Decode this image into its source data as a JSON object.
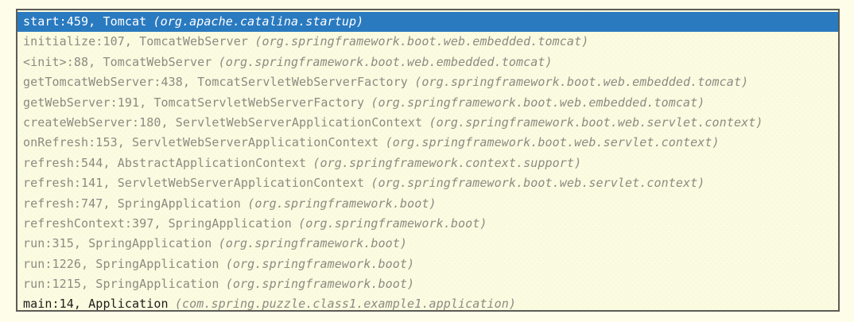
{
  "panel": {
    "name": "java-stack-trace-frames",
    "colors": {
      "outer_background": "#fdfde9",
      "content_background": "#fbfbe1",
      "border": "#5c5c58",
      "selection": "#2a7ac0",
      "selection_text": "#ffffff",
      "muted_text": "#8b8b82",
      "emphasis_text": "#1d1d1b"
    }
  },
  "frames": [
    {
      "location": "start:459, Tomcat",
      "package": "(org.apache.catalina.startup)",
      "state": "selected"
    },
    {
      "location": "initialize:107, TomcatWebServer",
      "package": "(org.springframework.boot.web.embedded.tomcat)",
      "state": "muted"
    },
    {
      "location": "<init>:88, TomcatWebServer",
      "package": "(org.springframework.boot.web.embedded.tomcat)",
      "state": "muted"
    },
    {
      "location": "getTomcatWebServer:438, TomcatServletWebServerFactory",
      "package": "(org.springframework.boot.web.embedded.tomcat)",
      "state": "muted"
    },
    {
      "location": "getWebServer:191, TomcatServletWebServerFactory",
      "package": "(org.springframework.boot.web.embedded.tomcat)",
      "state": "muted"
    },
    {
      "location": "createWebServer:180, ServletWebServerApplicationContext",
      "package": "(org.springframework.boot.web.servlet.context)",
      "state": "muted"
    },
    {
      "location": "onRefresh:153, ServletWebServerApplicationContext",
      "package": "(org.springframework.boot.web.servlet.context)",
      "state": "muted"
    },
    {
      "location": "refresh:544, AbstractApplicationContext",
      "package": "(org.springframework.context.support)",
      "state": "muted"
    },
    {
      "location": "refresh:141, ServletWebServerApplicationContext",
      "package": "(org.springframework.boot.web.servlet.context)",
      "state": "muted"
    },
    {
      "location": "refresh:747, SpringApplication",
      "package": "(org.springframework.boot)",
      "state": "muted"
    },
    {
      "location": "refreshContext:397, SpringApplication",
      "package": "(org.springframework.boot)",
      "state": "muted"
    },
    {
      "location": "run:315, SpringApplication",
      "package": "(org.springframework.boot)",
      "state": "muted"
    },
    {
      "location": "run:1226, SpringApplication",
      "package": "(org.springframework.boot)",
      "state": "muted"
    },
    {
      "location": "run:1215, SpringApplication",
      "package": "(org.springframework.boot)",
      "state": "muted"
    },
    {
      "location": "main:14, Application",
      "package": "(com.spring.puzzle.class1.example1.application)",
      "state": "emphasis"
    }
  ]
}
